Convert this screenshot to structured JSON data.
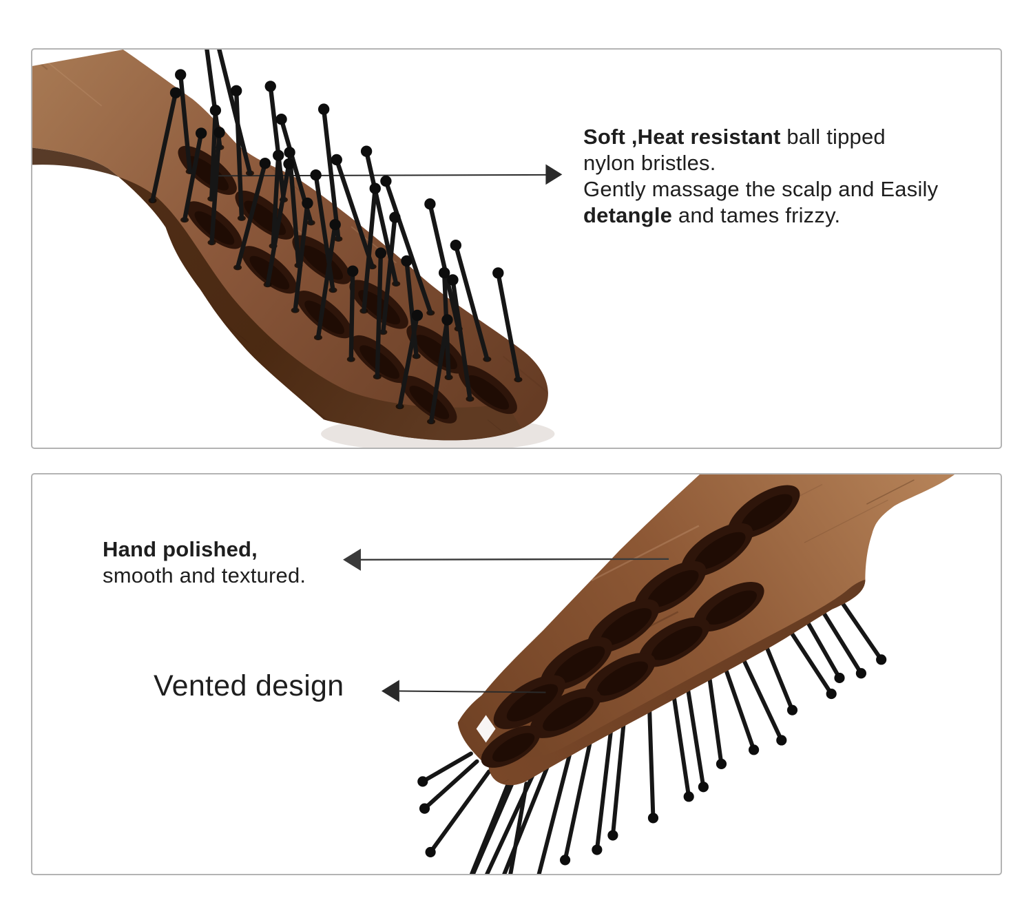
{
  "page": {
    "background": "#ffffff",
    "panel_border_color": "#b3b3b3",
    "text_color": "#1e1e1e",
    "arrow_color": "#2a2a2a"
  },
  "product": {
    "bristle_color": "#161616",
    "ball_tip_color": "#0d0d0d",
    "wood_light_top": "#a87a54",
    "wood_mid_top": "#8a573a",
    "wood_dark_top": "#663c24",
    "wood_light_bottom": "#b58258",
    "wood_mid_bottom": "#8d5835",
    "wood_dark_bottom": "#6e4023",
    "side_dark": "#46260f",
    "slot_color": "#2e150a",
    "slot_core_color": "#1f0c04"
  },
  "top_panel": {
    "annotation": {
      "line1_bold": "Soft ,Heat resistant",
      "line1_regular": " ball tipped",
      "line2": "nylon bristles.",
      "line3": "Gently massage the scalp and Easily",
      "line4_bold": "detangle",
      "line4_regular": " and tames frizzy."
    }
  },
  "bottom_panel": {
    "hand_polished": {
      "line1_bold": "Hand polished,",
      "line2": "smooth and textured."
    },
    "vented": {
      "label": "Vented design"
    }
  }
}
